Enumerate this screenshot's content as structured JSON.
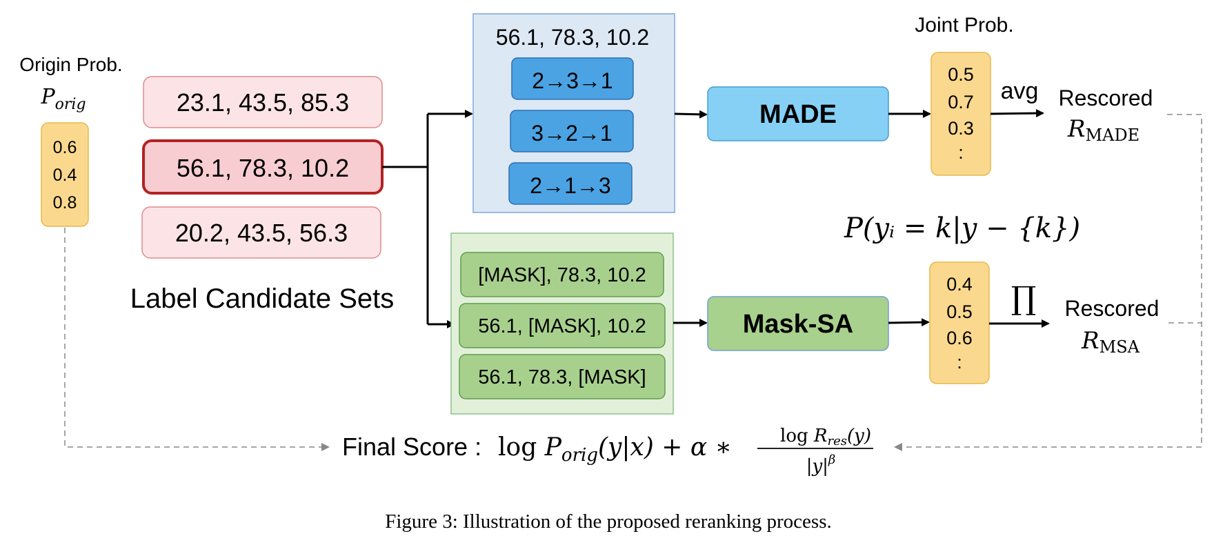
{
  "origin": {
    "title": "Origin Prob.",
    "symbol": "P",
    "symbol_sub": "orig",
    "values": [
      "0.6",
      "0.4",
      "0.8"
    ]
  },
  "candidates": {
    "items": [
      "23.1, 43.5, 85.3",
      "56.1, 78.3, 10.2",
      "20.2, 43.5, 56.3"
    ],
    "caption": "Label Candidate Sets"
  },
  "orders": {
    "header": "56.1, 78.3, 10.2",
    "items": [
      "2→3→1",
      "3→2→1",
      "2→1→3"
    ]
  },
  "masks": {
    "items": [
      "[MASK], 78.3, 10.2",
      "56.1, [MASK], 10.2",
      "56.1, 78.3, [MASK]"
    ]
  },
  "models": {
    "made": "MADE",
    "mask_sa": "Mask-SA"
  },
  "joint": {
    "title": "Joint Prob.",
    "made_values": [
      "0.5",
      "0.7",
      "0.3",
      ":"
    ],
    "msa_values": [
      "0.4",
      "0.5",
      "0.6",
      ":"
    ]
  },
  "aggregation": {
    "avg": "avg",
    "prod": "∏"
  },
  "conditional_formula": "P(yᵢ = k|y − {k})",
  "rescored": {
    "made_label": "Rescored",
    "made_symbol": "R",
    "made_sub": "MADE",
    "msa_label": "Rescored",
    "msa_symbol": "R",
    "msa_sub": "MSA"
  },
  "final_score": {
    "label": "Final Score : ",
    "log": "log",
    "p": "P",
    "p_sub": "orig",
    "args": "(y|x) + α ∗ ",
    "num_log": "log ",
    "num_r": "R",
    "num_sub": "res",
    "num_args": "(y)",
    "den": "|y|",
    "den_sup": "β"
  },
  "caption": "Figure 3: Illustration of the proposed reranking process.",
  "colors": {
    "pink_fill": "#FCE4E6",
    "pink_stroke": "#E08A8F",
    "selected_stroke": "#B22222",
    "selected_fill": "#F8CDD1",
    "blue_panel": "#DDE8F5",
    "blue_panel_stroke": "#7FA7D8",
    "blue_btn": "#4BA3E3",
    "blue_btn_stroke": "#2E6FB0",
    "made_fill": "#86D0F5",
    "green_panel": "#E2F0D9",
    "green_panel_stroke": "#8CC28A",
    "green_btn": "#A8D08D",
    "green_btn_stroke": "#5E9E4E",
    "msa_fill": "#A9D18E",
    "orange_fill": "#FAD98F",
    "orange_stroke": "#E8B84A"
  }
}
